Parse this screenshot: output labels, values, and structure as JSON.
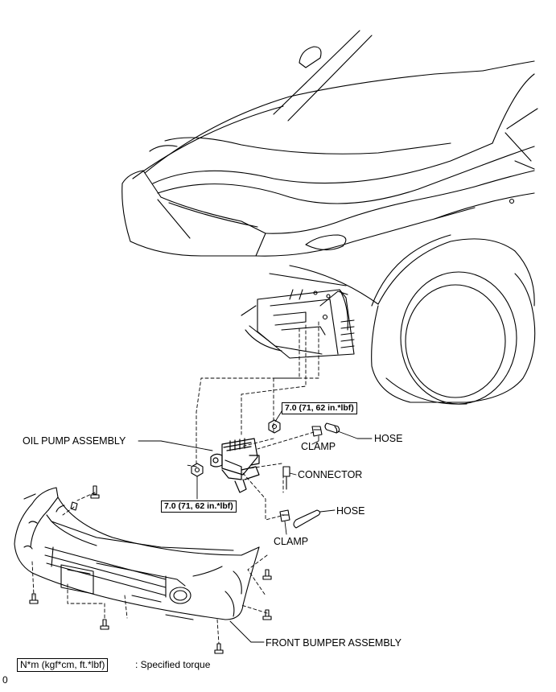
{
  "labels": {
    "oil_pump_assembly": "OIL PUMP ASSEMBLY",
    "hose_upper": "HOSE",
    "clamp_upper": "CLAMP",
    "connector": "CONNECTOR",
    "hose_lower": "HOSE",
    "clamp_lower": "CLAMP",
    "front_bumper_assembly": "FRONT BUMPER ASSEMBLY"
  },
  "torque": {
    "upper": "7.0 (71, 62 in.*lbf)",
    "lower": "7.0 (71, 62 in.*lbf)"
  },
  "legend": {
    "unit_box": "N*m (kgf*cm, ft.*lbf)",
    "description": ": Specified torque"
  },
  "figure_id": "0"
}
